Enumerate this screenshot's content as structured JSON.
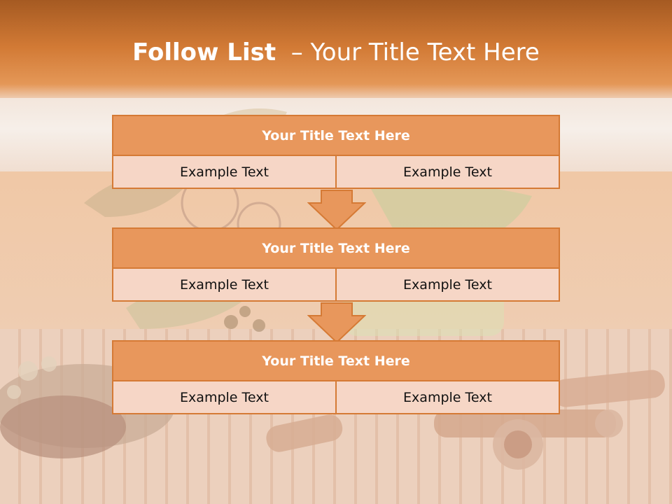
{
  "title": {
    "bold": "Follow List",
    "rest": "  – Your Title Text Here"
  },
  "blocks": [
    {
      "title": "Your Title Text Here",
      "left": "Example Text",
      "right": "Example Text"
    },
    {
      "title": "Your Title Text Here",
      "left": "Example Text",
      "right": "Example Text"
    },
    {
      "title": "Your Title Text Here",
      "left": "Example Text",
      "right": "Example Text"
    }
  ],
  "colors": {
    "accent": "#e8975c",
    "border": "#d57a35",
    "cell": "#f6d6c6",
    "header": "#d27a35"
  },
  "background_icons": [
    "leaves-and-herbs-image",
    "cloves-image",
    "cinnamon-sticks-image"
  ]
}
